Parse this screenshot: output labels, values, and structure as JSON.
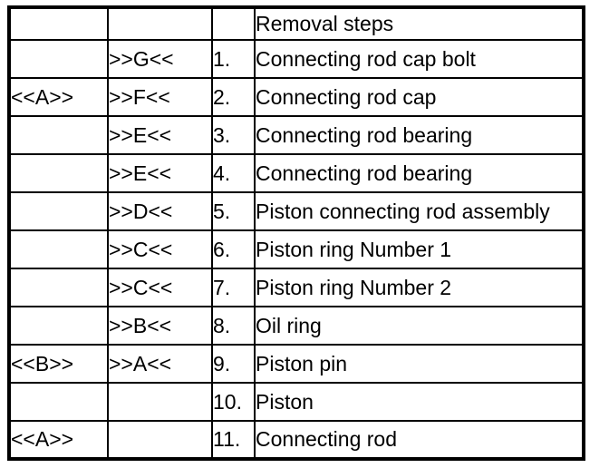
{
  "page": {
    "background_color": "#ffffff"
  },
  "table": {
    "border_color": "#000000",
    "text_color": "#000000",
    "header": {
      "group": "",
      "marker": "",
      "num": "",
      "title": "Removal steps"
    },
    "rows": [
      {
        "group": "",
        "marker": ">>G<<",
        "num": "1.",
        "desc": "Connecting rod cap bolt"
      },
      {
        "group": "<<A>>",
        "marker": ">>F<<",
        "num": "2.",
        "desc": "Connecting rod cap"
      },
      {
        "group": "",
        "marker": ">>E<<",
        "num": "3.",
        "desc": "Connecting rod bearing"
      },
      {
        "group": "",
        "marker": ">>E<<",
        "num": "4.",
        "desc": "Connecting rod bearing"
      },
      {
        "group": "",
        "marker": ">>D<<",
        "num": "5.",
        "desc": "Piston connecting rod assembly"
      },
      {
        "group": "",
        "marker": ">>C<<",
        "num": "6.",
        "desc": "Piston ring Number 1"
      },
      {
        "group": "",
        "marker": ">>C<<",
        "num": "7.",
        "desc": "Piston ring Number 2"
      },
      {
        "group": "",
        "marker": ">>B<<",
        "num": "8.",
        "desc": "Oil ring"
      },
      {
        "group": "<<B>>",
        "marker": ">>A<<",
        "num": "9.",
        "desc": "Piston pin"
      },
      {
        "group": "",
        "marker": "",
        "num": "10.",
        "desc": "Piston"
      },
      {
        "group": "<<A>>",
        "marker": "",
        "num": "11.",
        "desc": "Connecting rod"
      }
    ]
  }
}
